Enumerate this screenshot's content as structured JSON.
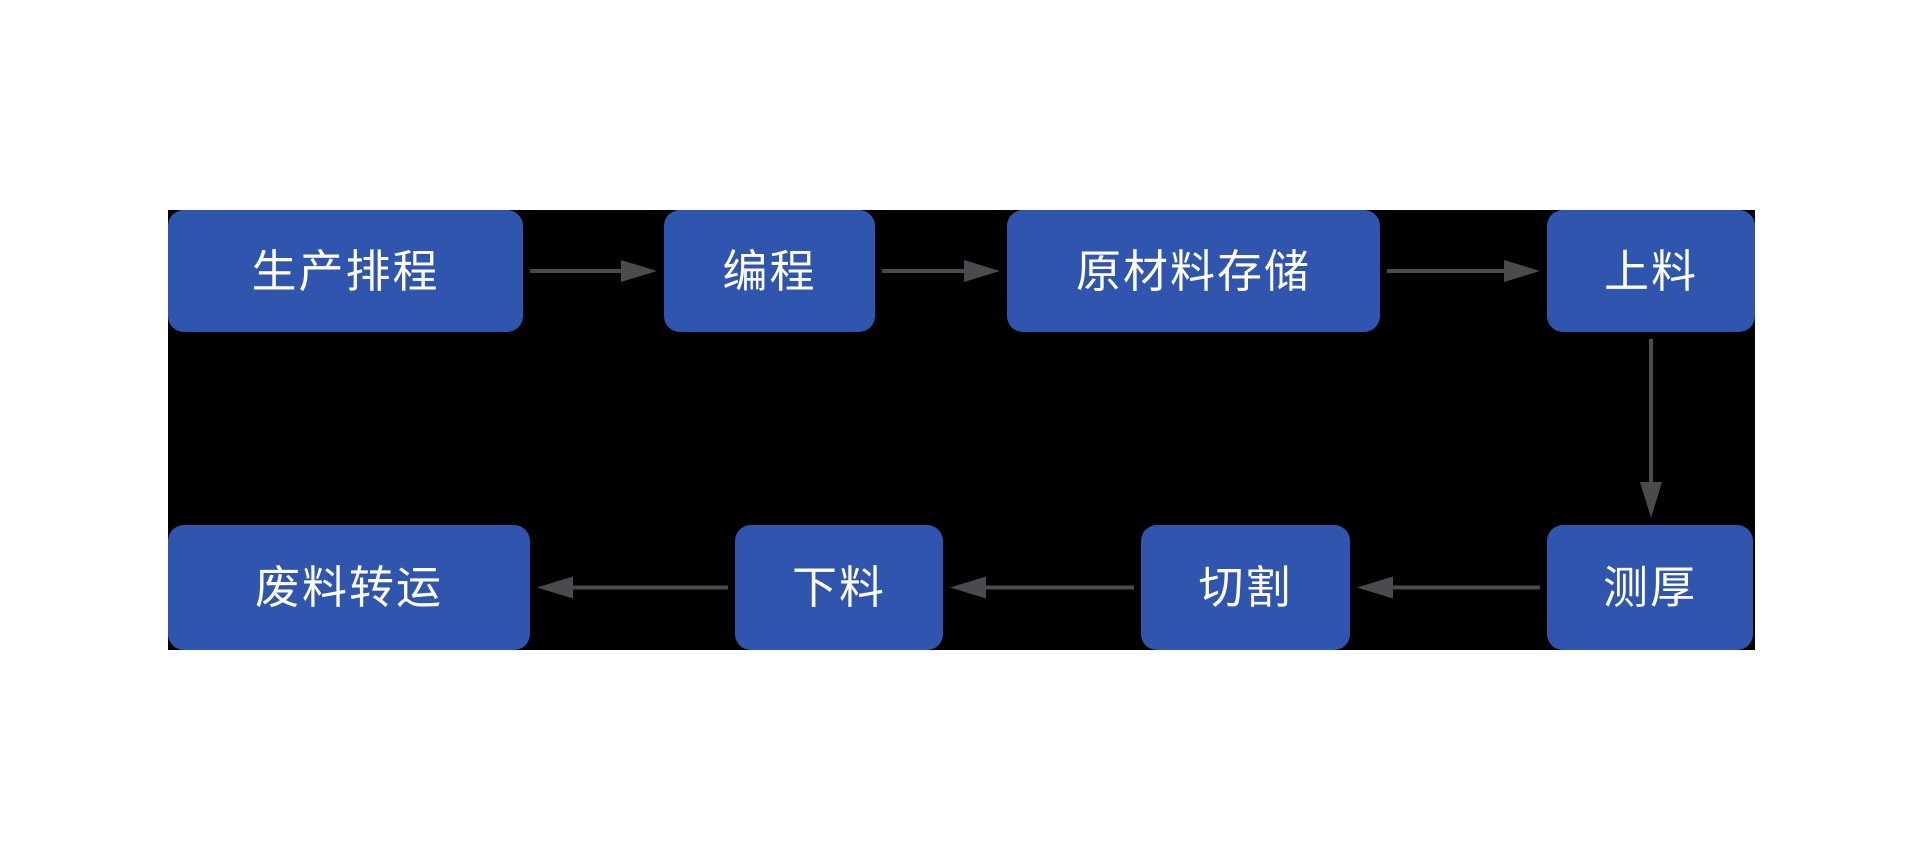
{
  "diagram": {
    "title": "plate-cutting-process-flow",
    "nodes": [
      {
        "id": "scheduling",
        "label": "生产排程"
      },
      {
        "id": "programming",
        "label": "编程"
      },
      {
        "id": "raw-storage",
        "label": "原材料存储"
      },
      {
        "id": "loading",
        "label": "上料"
      },
      {
        "id": "thickness-check",
        "label": "测厚"
      },
      {
        "id": "cutting",
        "label": "切割"
      },
      {
        "id": "unloading",
        "label": "下料"
      },
      {
        "id": "scrap-transfer",
        "label": "废料转运"
      }
    ],
    "edges": [
      {
        "from": "scheduling",
        "to": "programming"
      },
      {
        "from": "programming",
        "to": "raw-storage"
      },
      {
        "from": "raw-storage",
        "to": "loading"
      },
      {
        "from": "loading",
        "to": "thickness-check"
      },
      {
        "from": "thickness-check",
        "to": "cutting"
      },
      {
        "from": "cutting",
        "to": "unloading"
      },
      {
        "from": "unloading",
        "to": "scrap-transfer"
      }
    ],
    "colors": {
      "node_fill": "#2F55AE",
      "node_text": "#FFFFFF",
      "arrow": "#4A4A4F",
      "panel_background": "#000000",
      "page_background": "#FFFFFF"
    }
  }
}
